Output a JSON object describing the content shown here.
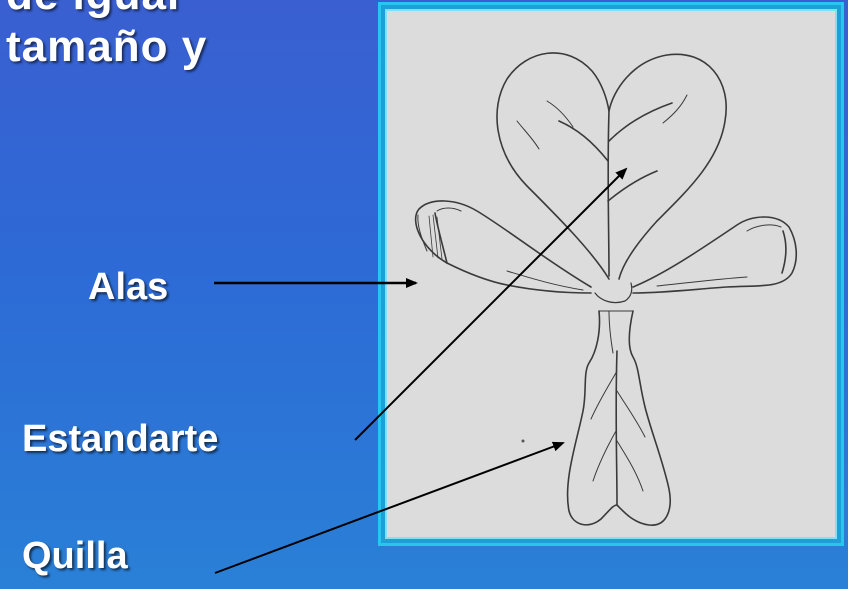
{
  "slide": {
    "title_line_1": "de igual",
    "title_line_2": "tamaño y",
    "background_color": "#2d6ad6",
    "frame_color": "#27c6ee"
  },
  "labels": {
    "alas": "Alas",
    "estandarte": "Estandarte",
    "quilla": "Quilla"
  }
}
